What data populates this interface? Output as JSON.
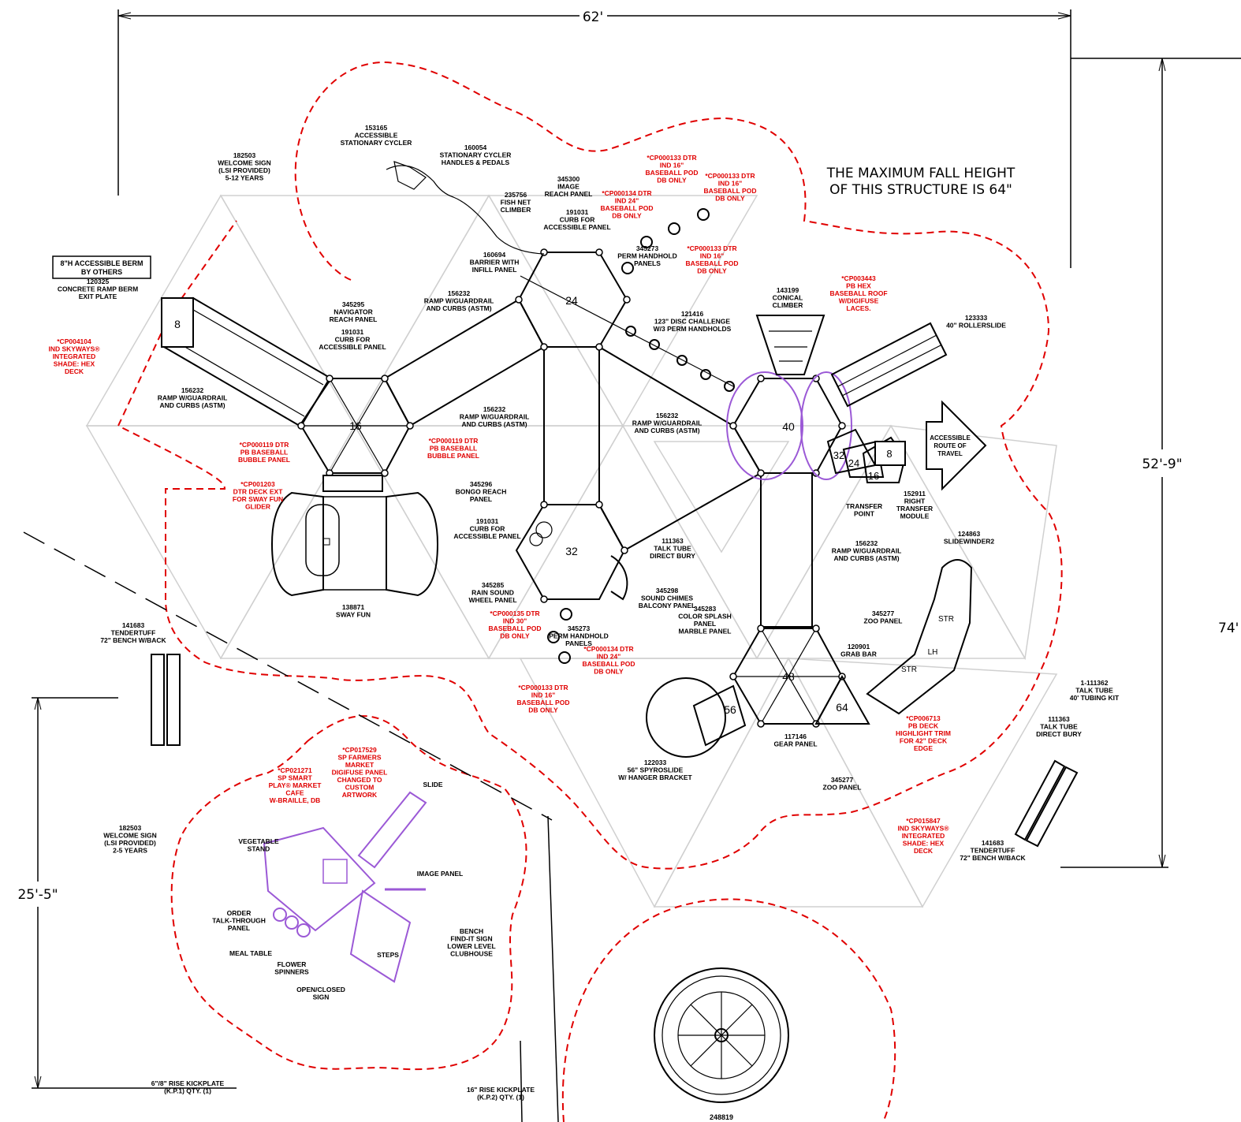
{
  "dimensions": {
    "width": "62'",
    "height_right": "52'-9\"",
    "height_far_right": "74'",
    "height_left": "25'-5\""
  },
  "notice": {
    "line1": "THE MAXIMUM FALL HEIGHT",
    "line2": "OF THIS STRUCTURE IS 64\""
  },
  "route": {
    "line1": "ACCESSIBLE",
    "line2": "ROUTE OF",
    "line3": "TRAVEL"
  },
  "berm": {
    "line1": "8\"H ACCESSIBLE BERM",
    "line2": "BY OTHERS"
  },
  "decks": {
    "d16": "16",
    "d24": "24",
    "d32": "32",
    "d40": "40",
    "d48": "48",
    "d56": "56",
    "d64": "64",
    "t32": "32",
    "t24": "24",
    "t16": "16",
    "t8": "8",
    "r8": "8",
    "str1": "STR",
    "lh": "LH",
    "str2": "STR",
    "zone_label": "248819"
  },
  "labels": [
    {
      "id": "153165",
      "lines": [
        "153165",
        "ACCESSIBLE",
        "STATIONARY CYCLER"
      ]
    },
    {
      "id": "160054",
      "lines": [
        "160054",
        "STATIONARY CYCLER",
        "HANDLES & PEDALS"
      ]
    },
    {
      "id": "182503a",
      "lines": [
        "182503",
        "WELCOME SIGN",
        "(LSI PROVIDED)",
        "5-12 YEARS"
      ]
    },
    {
      "id": "345300",
      "lines": [
        "345300",
        "IMAGE",
        "REACH PANEL"
      ]
    },
    {
      "id": "235756",
      "lines": [
        "235756",
        "FISH NET",
        "CLIMBER"
      ]
    },
    {
      "id": "191031a",
      "lines": [
        "191031",
        "CURB FOR",
        "ACCESSIBLE PANEL"
      ]
    },
    {
      "id": "120325",
      "lines": [
        "120325",
        "CONCRETE RAMP BERM",
        "EXIT PLATE"
      ]
    },
    {
      "id": "160694",
      "lines": [
        "160694",
        "BARRIER WITH",
        "INFILL PANEL"
      ]
    },
    {
      "id": "345273a",
      "lines": [
        "345273",
        "PERM HANDHOLD",
        "PANELS"
      ]
    },
    {
      "id": "345295",
      "lines": [
        "345295",
        "NAVIGATOR",
        "REACH PANEL"
      ]
    },
    {
      "id": "156232a",
      "lines": [
        "156232",
        "RAMP W/GUARDRAIL",
        "AND CURBS (ASTM)"
      ]
    },
    {
      "id": "191031b",
      "lines": [
        "191031",
        "CURB FOR",
        "ACCESSIBLE PANEL"
      ]
    },
    {
      "id": "143199",
      "lines": [
        "143199",
        "CONICAL",
        "CLIMBER"
      ]
    },
    {
      "id": "121416",
      "lines": [
        "121416",
        "123\" DISC CHALLENGE",
        "W/3 PERM HANDHOLDS"
      ]
    },
    {
      "id": "123333",
      "lines": [
        "123333",
        "40\" ROLLERSLIDE"
      ]
    },
    {
      "id": "156232b",
      "lines": [
        "156232",
        "RAMP W/GUARDRAIL",
        "AND CURBS (ASTM)"
      ]
    },
    {
      "id": "156232c",
      "lines": [
        "156232",
        "RAMP W/GUARDRAIL",
        "AND CURBS (ASTM)"
      ]
    },
    {
      "id": "156232d",
      "lines": [
        "156232",
        "RAMP W/GUARDRAIL",
        "AND CURBS (ASTM)"
      ]
    },
    {
      "id": "345296",
      "lines": [
        "345296",
        "BONGO REACH",
        "PANEL"
      ]
    },
    {
      "id": "191031c",
      "lines": [
        "191031",
        "CURB FOR",
        "ACCESSIBLE PANEL"
      ]
    },
    {
      "id": "transfer",
      "lines": [
        "TRANSFER",
        "POINT"
      ]
    },
    {
      "id": "152911",
      "lines": [
        "152911",
        "RIGHT",
        "TRANSFER",
        "MODULE"
      ]
    },
    {
      "id": "156232e",
      "lines": [
        "156232",
        "RAMP W/GUARDRAIL",
        "AND CURBS (ASTM)"
      ]
    },
    {
      "id": "124863",
      "lines": [
        "124863",
        "SLIDEWINDER2"
      ]
    },
    {
      "id": "111363a",
      "lines": [
        "111363",
        "TALK TUBE",
        "DIRECT BURY"
      ]
    },
    {
      "id": "138871",
      "lines": [
        "138871",
        "SWAY FUN"
      ]
    },
    {
      "id": "345285",
      "lines": [
        "345285",
        "RAIN SOUND",
        "WHEEL PANEL"
      ]
    },
    {
      "id": "345298",
      "lines": [
        "345298",
        "SOUND CHIMES",
        "BALCONY PANEL"
      ]
    },
    {
      "id": "345283",
      "lines": [
        "345283",
        "COLOR SPLASH",
        "PANEL",
        "MARBLE PANEL"
      ]
    },
    {
      "id": "345277a",
      "lines": [
        "345277",
        "ZOO PANEL"
      ]
    },
    {
      "id": "141683a",
      "lines": [
        "141683",
        "TENDERTUFF",
        "72\" BENCH W/BACK"
      ]
    },
    {
      "id": "345273b",
      "lines": [
        "345273",
        "PERM HANDHOLD",
        "PANELS"
      ]
    },
    {
      "id": "120901",
      "lines": [
        "120901",
        "GRAB BAR"
      ]
    },
    {
      "id": "1-111362",
      "lines": [
        "1-111362",
        "TALK TUBE",
        "40' TUBING KIT"
      ]
    },
    {
      "id": "111363b",
      "lines": [
        "111363",
        "TALK TUBE",
        "DIRECT BURY"
      ]
    },
    {
      "id": "117146",
      "lines": [
        "117146",
        "GEAR PANEL"
      ]
    },
    {
      "id": "122033",
      "lines": [
        "122033",
        "56\" SPYROSLIDE",
        "W/ HANGER BRACKET"
      ]
    },
    {
      "id": "345277b",
      "lines": [
        "345277",
        "ZOO PANEL"
      ]
    },
    {
      "id": "141683b",
      "lines": [
        "141683",
        "TENDERTUFF",
        "72\" BENCH W/BACK"
      ]
    },
    {
      "id": "slide",
      "lines": [
        "SLIDE"
      ]
    },
    {
      "id": "182503b",
      "lines": [
        "182503",
        "WELCOME SIGN",
        "(LSI PROVIDED)",
        "2-5 YEARS"
      ]
    },
    {
      "id": "vegetable",
      "lines": [
        "VEGETABLE",
        "STAND"
      ]
    },
    {
      "id": "imagepanel",
      "lines": [
        "IMAGE PANEL"
      ]
    },
    {
      "id": "order",
      "lines": [
        "ORDER",
        "TALK-THROUGH",
        "PANEL"
      ]
    },
    {
      "id": "bench",
      "lines": [
        "BENCH",
        "FIND-IT SIGN",
        "LOWER LEVEL",
        "CLUBHOUSE"
      ]
    },
    {
      "id": "mealtable",
      "lines": [
        "MEAL TABLE"
      ]
    },
    {
      "id": "steps",
      "lines": [
        "STEPS"
      ]
    },
    {
      "id": "flower",
      "lines": [
        "FLOWER",
        "SPINNERS"
      ]
    },
    {
      "id": "openclosed",
      "lines": [
        "OPEN/CLOSED",
        "SIGN"
      ]
    },
    {
      "id": "kp1",
      "lines": [
        "6\"/8\" RISE KICKPLATE",
        "(K.P.1) QTY. (1)"
      ]
    },
    {
      "id": "kp2",
      "lines": [
        "16\" RISE KICKPLATE",
        "(K.P.2) QTY. (1)"
      ]
    }
  ],
  "red_labels": [
    {
      "id": "cp000133a",
      "lines": [
        "*CP000133 DTR",
        "IND 16\"",
        "BASEBALL POD",
        "DB ONLY"
      ]
    },
    {
      "id": "cp000133b",
      "lines": [
        "*CP000133 DTR",
        "IND 16\"",
        "BASEBALL POD",
        "DB ONLY"
      ]
    },
    {
      "id": "cp000134a",
      "lines": [
        "*CP000134 DTR",
        "IND 24\"",
        "BASEBALL POD",
        "DB ONLY"
      ]
    },
    {
      "id": "cp000133c",
      "lines": [
        "*CP000133 DTR",
        "IND 16\"",
        "BASEBALL POD",
        "DB ONLY"
      ]
    },
    {
      "id": "cp003443",
      "lines": [
        "*CP003443",
        "PB HEX",
        "BASEBALL ROOF",
        "W/DIGIFUSE",
        "LACES."
      ]
    },
    {
      "id": "cp004104",
      "lines": [
        "*CP004104",
        "IND SKYWAYS®",
        "INTEGRATED",
        "SHADE: HEX",
        "DECK"
      ]
    },
    {
      "id": "cp000119a",
      "lines": [
        "*CP000119 DTR",
        "PB BASEBALL",
        "BUBBLE PANEL"
      ]
    },
    {
      "id": "cp000119b",
      "lines": [
        "*CP000119 DTR",
        "PB BASEBALL",
        "BUBBLE PANEL"
      ]
    },
    {
      "id": "cp001203",
      "lines": [
        "*CP001203",
        "DTR DECK EXT",
        "FOR SWAY FUN",
        "GLIDER"
      ]
    },
    {
      "id": "cp000135",
      "lines": [
        "*CP000135 DTR",
        "IND 30\"",
        "BASEBALL POD",
        "DB ONLY"
      ]
    },
    {
      "id": "cp000134b",
      "lines": [
        "*CP000134 DTR",
        "IND 24\"",
        "BASEBALL POD",
        "DB ONLY"
      ]
    },
    {
      "id": "cp000133d",
      "lines": [
        "*CP000133 DTR",
        "IND 16\"",
        "BASEBALL POD",
        "DB ONLY"
      ]
    },
    {
      "id": "cp006713",
      "lines": [
        "*CP006713",
        "PB DECK",
        "HIGHLIGHT TRIM",
        "FOR 42\" DECK",
        "EDGE"
      ]
    },
    {
      "id": "cp015847",
      "lines": [
        "*CP015847",
        "IND SKYWAYS®",
        "INTEGRATED",
        "SHADE: HEX",
        "DECK"
      ]
    },
    {
      "id": "cp021271",
      "lines": [
        "*CP021271",
        "SP SMART",
        "PLAY® MARKET",
        "CAFE",
        "W-BRAILLE, DB"
      ]
    },
    {
      "id": "cp017529",
      "lines": [
        "*CP017529",
        "SP FARMERS",
        "MARKET",
        "DIGIFUSE PANEL",
        "CHANGED TO",
        "CUSTOM",
        "ARTWORK"
      ]
    }
  ]
}
